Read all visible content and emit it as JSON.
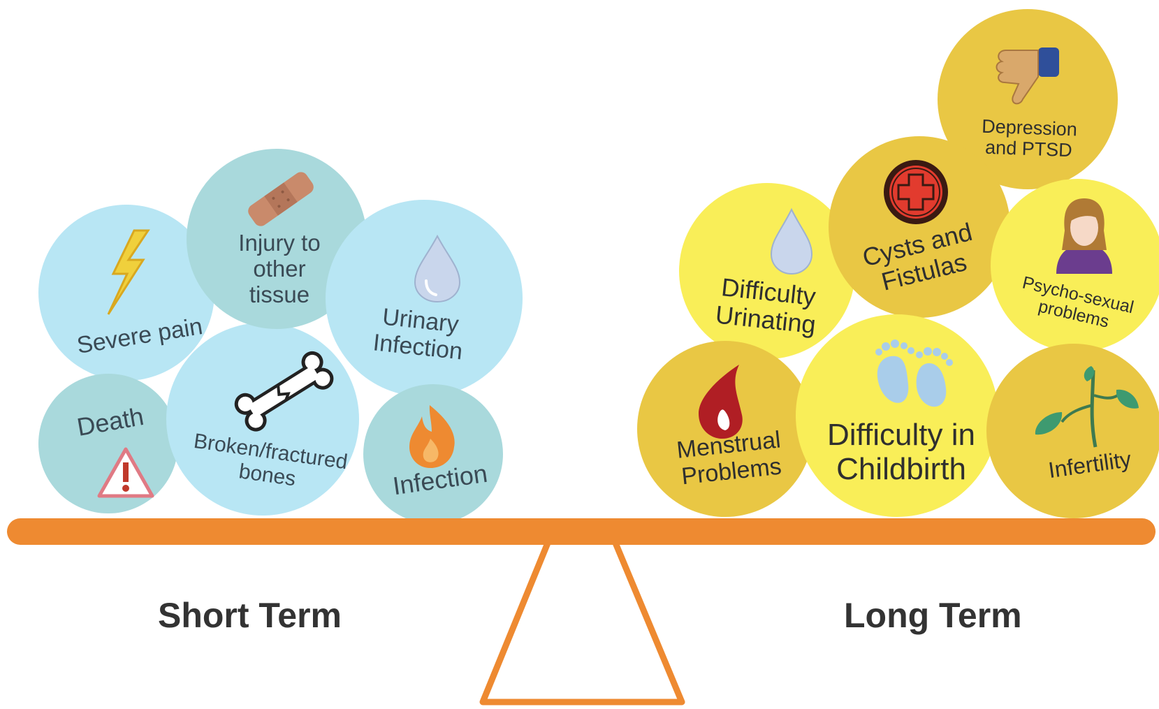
{
  "short_term": {
    "label": "Short Term",
    "items": [
      {
        "id": "severe_pain",
        "text": "Severe pain",
        "icon": "lightning-icon"
      },
      {
        "id": "injury",
        "lines": [
          "Injury to",
          "other",
          "tissue"
        ],
        "icon": "bandage-icon"
      },
      {
        "id": "urinary",
        "lines": [
          "Urinary",
          "Infection"
        ],
        "icon": "water-drop-icon"
      },
      {
        "id": "death",
        "text": "Death",
        "icon": "warning-triangle-icon"
      },
      {
        "id": "broken",
        "lines": [
          "Broken/fractured",
          "bones"
        ],
        "icon": "bone-icon"
      },
      {
        "id": "infection",
        "text": "Infection",
        "icon": "flame-icon"
      }
    ],
    "colors": {
      "light": "#b8e6f4",
      "dark": "#a9d9dc"
    }
  },
  "long_term": {
    "label": "Long Term",
    "items": [
      {
        "id": "depression",
        "lines": [
          "Depression",
          "and PTSD"
        ],
        "icon": "thumbs-down-icon"
      },
      {
        "id": "cysts",
        "lines": [
          "Cysts and",
          "Fistulas"
        ],
        "icon": "red-cross-icon"
      },
      {
        "id": "urinating",
        "lines": [
          "Difficulty",
          "Urinating"
        ],
        "icon": "water-drop-icon"
      },
      {
        "id": "psycho",
        "lines": [
          "Psycho-sexual",
          "problems"
        ],
        "icon": "woman-icon"
      },
      {
        "id": "menstrual",
        "lines": [
          "Menstrual",
          "Problems"
        ],
        "icon": "blood-drop-icon"
      },
      {
        "id": "childbirth",
        "lines": [
          "Difficulty in",
          "Childbirth"
        ],
        "icon": "footprints-icon"
      },
      {
        "id": "infertility",
        "text": "Infertility",
        "icon": "plant-icon"
      }
    ],
    "colors": {
      "bright": "#f9ee58",
      "mustard": "#e9c744"
    }
  },
  "seesaw": {
    "color": "#ee8a31"
  }
}
